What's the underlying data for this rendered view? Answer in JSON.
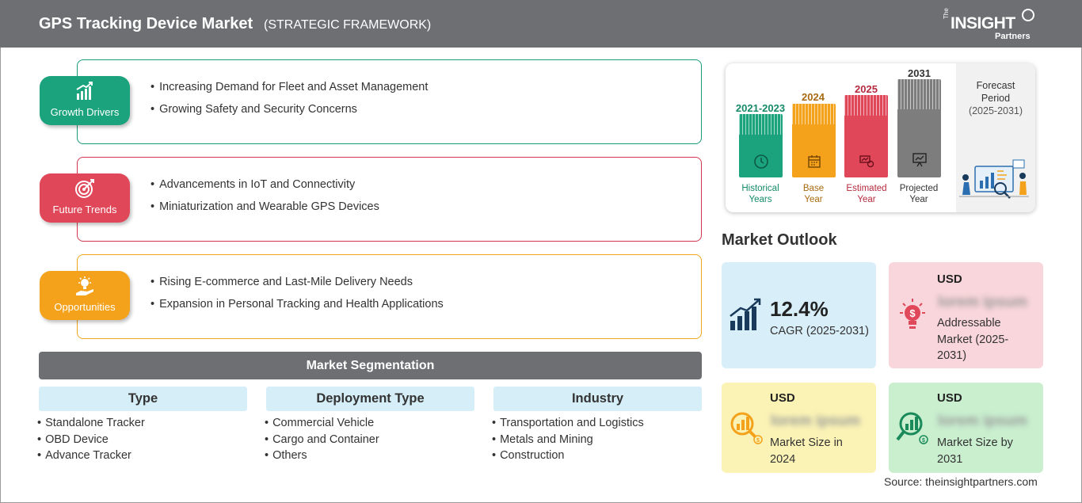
{
  "header": {
    "title": "GPS Tracking Device Market",
    "subtitle": "(STRATEGIC FRAMEWORK)",
    "logo": {
      "the": "The",
      "insight": "INSIGHT",
      "partners": "Partners"
    }
  },
  "categories": [
    {
      "label": "Growth Drivers",
      "color": "#1aa37c",
      "icon": "bar-growth-icon",
      "items": [
        "Increasing Demand for Fleet and Asset Management",
        "Growing Safety and Security Concerns"
      ]
    },
    {
      "label": "Future Trends",
      "color": "#e04759",
      "icon": "target-icon",
      "items": [
        "Advancements in IoT and Connectivity",
        "Miniaturization and Wearable GPS Devices"
      ]
    },
    {
      "label": "Opportunities",
      "color": "#f4a21c",
      "icon": "lightbulb-hand-icon",
      "items": [
        "Rising E-commerce and Last-Mile Delivery Needs",
        "Expansion in Personal Tracking and Health Applications"
      ]
    }
  ],
  "segmentation": {
    "title": "Market Segmentation",
    "columns": [
      {
        "heading": "Type",
        "items": [
          "Standalone Tracker",
          "OBD Device",
          "Advance Tracker"
        ]
      },
      {
        "heading": "Deployment Type",
        "items": [
          "Commercial Vehicle",
          "Cargo and Container",
          "Others"
        ]
      },
      {
        "heading": "Industry",
        "items": [
          "Transportation and Logistics",
          "Metals and Mining",
          "Construction"
        ]
      }
    ]
  },
  "timeline": {
    "columns": [
      {
        "year": "2021-2023",
        "label1": "Historical",
        "label2": "Years",
        "color": "#1aa37c",
        "text_color": "#158a68"
      },
      {
        "year": "2024",
        "label1": "Base",
        "label2": "Year",
        "color": "#f4a21c",
        "text_color": "#a76a10"
      },
      {
        "year": "2025",
        "label1": "Estimated",
        "label2": "Year",
        "color": "#e04759",
        "text_color": "#b62a3e"
      },
      {
        "year": "2031",
        "label1": "Projected",
        "label2": "Year",
        "color": "#7d7d7d",
        "text_color": "#333333"
      }
    ],
    "forecast_label": "Forecast Period",
    "forecast_range": "(2025-2031)"
  },
  "market_outlook": {
    "title": "Market Outlook",
    "cagr": {
      "value": "12.4%",
      "label": "CAGR (2025-2031)"
    },
    "addressable": {
      "currency": "USD",
      "value": "lorem ipsum",
      "label": "Addressable Market (2025-2031)"
    },
    "size_2024": {
      "currency": "USD",
      "value": "lorem ipsum",
      "label": "Market Size in 2024"
    },
    "size_2031": {
      "currency": "USD",
      "value": "lorem ipsum",
      "label": "Market Size by 2031"
    }
  },
  "source": "Source: theinsightpartners.com"
}
